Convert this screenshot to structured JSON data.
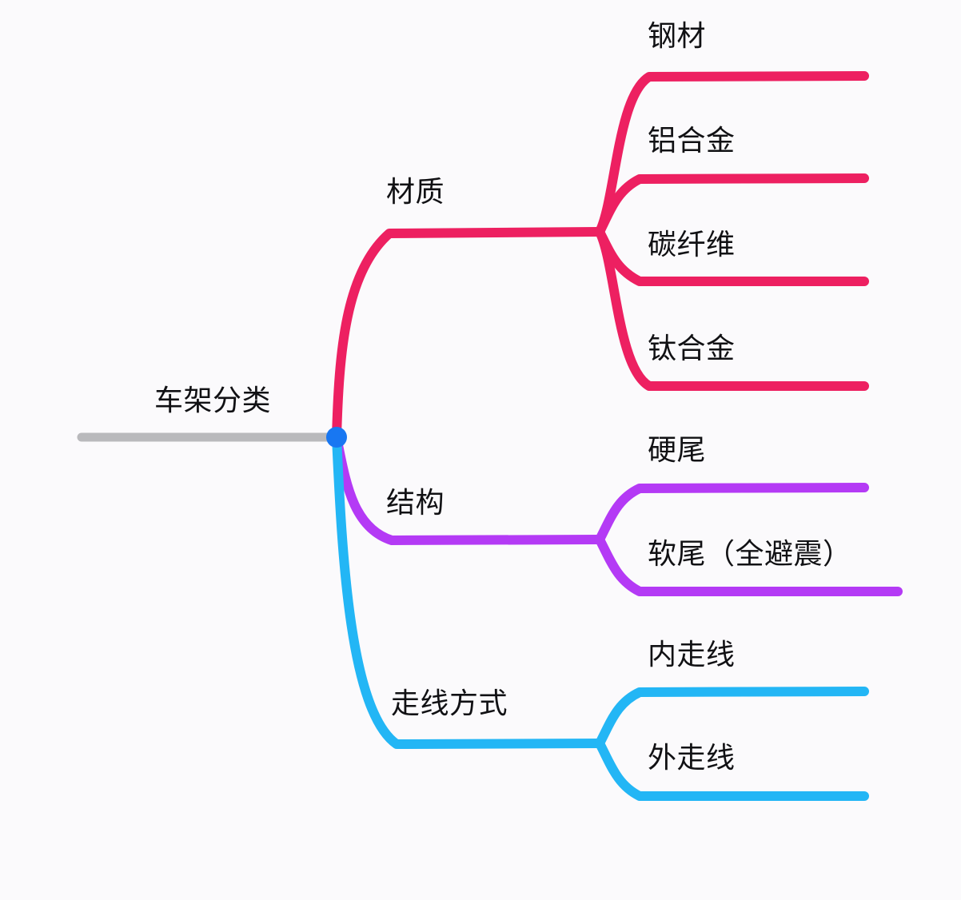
{
  "diagram": {
    "type": "mind-map",
    "title": "车架分类",
    "background_color": "#fbfafc",
    "text_color": "#111114",
    "root": {
      "label": "车架分类",
      "trunk_color": "#b9b9bc",
      "junction_color": "#1877f2"
    },
    "branches": [
      {
        "label": "材质",
        "color": "#ed2061",
        "children": [
          {
            "label": "钢材"
          },
          {
            "label": "铝合金"
          },
          {
            "label": "碳纤维"
          },
          {
            "label": "钛合金"
          }
        ]
      },
      {
        "label": "结构",
        "color": "#b43af5",
        "children": [
          {
            "label": "硬尾"
          },
          {
            "label": "软尾（全避震）"
          }
        ]
      },
      {
        "label": "走线方式",
        "color": "#23b6f5",
        "children": [
          {
            "label": "内走线"
          },
          {
            "label": "外走线"
          }
        ]
      }
    ]
  }
}
